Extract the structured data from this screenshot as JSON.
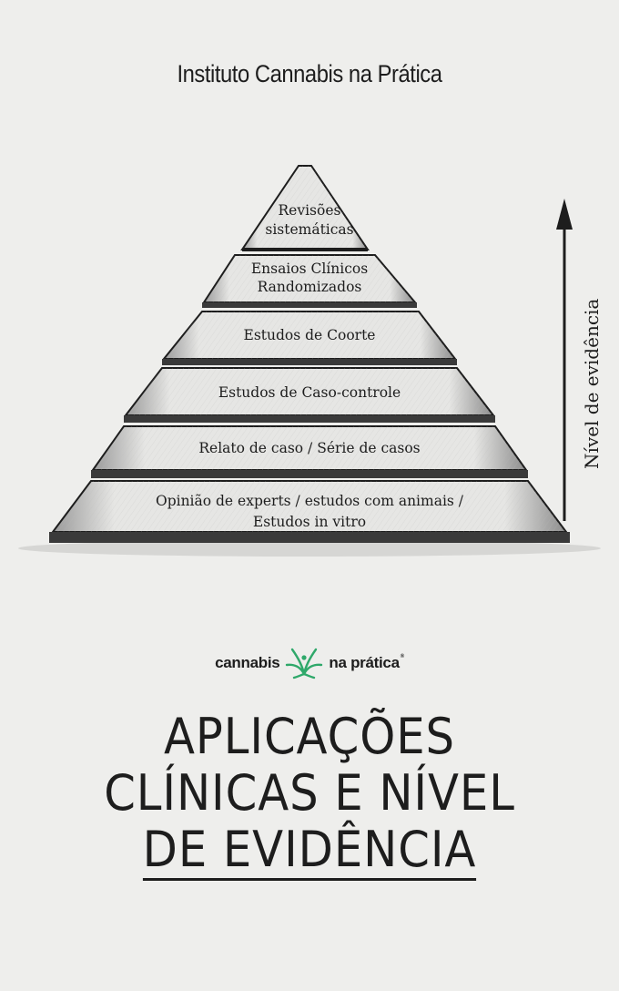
{
  "header": {
    "title": "Instituto Cannabis na Prática"
  },
  "pyramid": {
    "levels": [
      {
        "lines": [
          "Revisões",
          "sistemáticas"
        ]
      },
      {
        "lines": [
          "Ensaios Clínicos",
          "Randomizados"
        ]
      },
      {
        "lines": [
          "Estudos de Coorte"
        ]
      },
      {
        "lines": [
          "Estudos de Caso-controle"
        ]
      },
      {
        "lines": [
          "Relato de caso / Série de casos"
        ]
      },
      {
        "lines": [
          "Opinião de experts / estudos com animais /",
          "Estudos in vitro"
        ]
      }
    ],
    "axis_label": "Nível de evidência"
  },
  "logo": {
    "left": "cannabis",
    "right": "na prática",
    "reg": "®",
    "accent": "#2fa86a"
  },
  "title": {
    "line1": "APLICAÇÕES",
    "line2": "CLÍNICAS E NÍVEL",
    "line3": "DE EVIDÊNCIA"
  }
}
